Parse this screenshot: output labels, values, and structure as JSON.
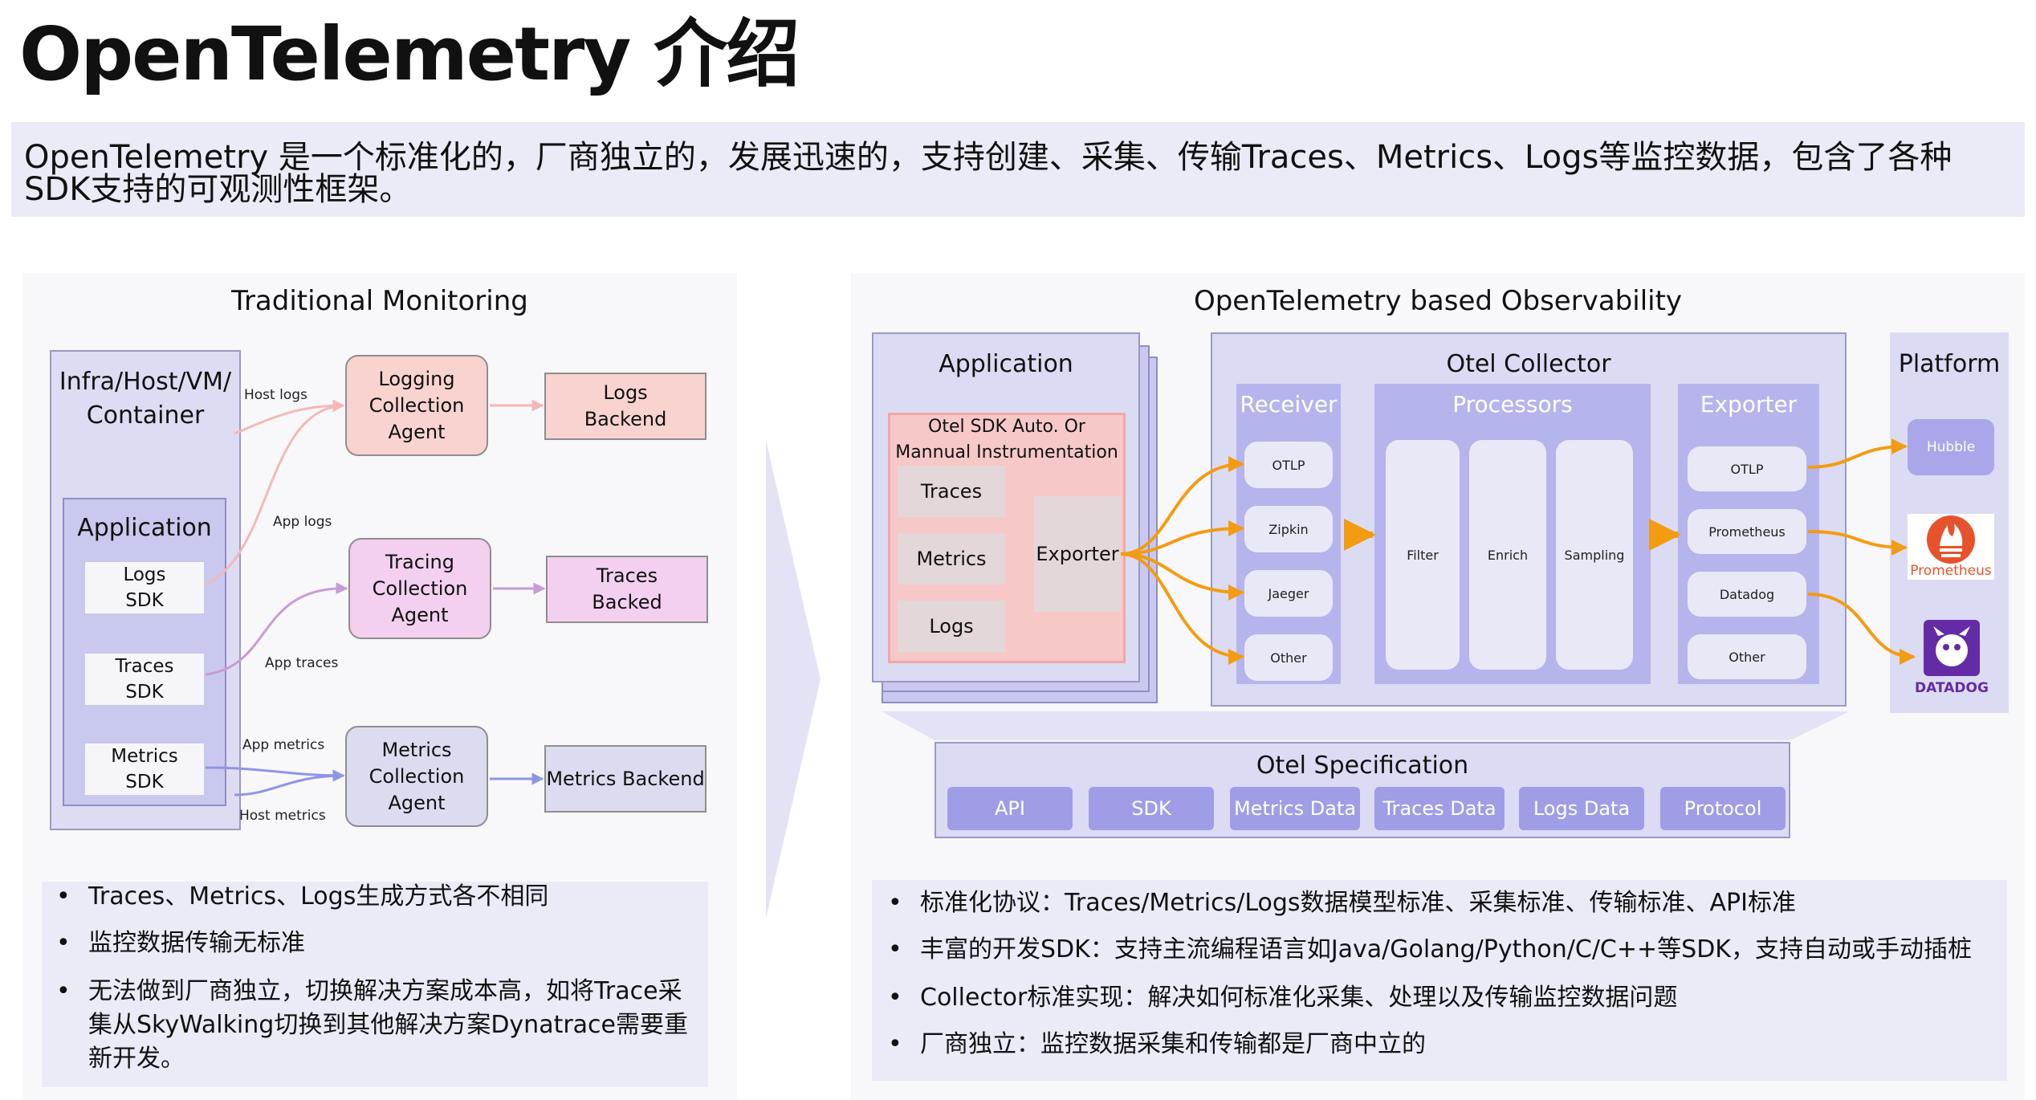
{
  "title": "OpenTelemetry 介绍",
  "intro": "OpenTelemetry 是一个标准化的，厂商独立的，发展迅速的，支持创建、采集、传输Traces、Metrics、Logs等监控数据，包含了各种SDK支持的可观测性框架。",
  "traditional": {
    "title": "Traditional Monitoring",
    "host": "Infra/Host/VM/ Container",
    "application": "Application",
    "sdks": [
      {
        "line1": "Logs",
        "line2": "SDK"
      },
      {
        "line1": "Traces",
        "line2": "SDK"
      },
      {
        "line1": "Metrics",
        "line2": "SDK"
      }
    ],
    "agents": [
      {
        "line1": "Logging",
        "line2": "Collection",
        "line3": "Agent"
      },
      {
        "line1": "Tracing",
        "line2": "Collection",
        "line3": "Agent"
      },
      {
        "line1": "Metrics",
        "line2": "Collection",
        "line3": "Agent"
      }
    ],
    "backends": [
      {
        "line1": "Logs",
        "line2": "Backend"
      },
      {
        "line1": "Traces",
        "line2": "Backed"
      },
      {
        "line1": "Metrics Backend",
        "line2": ""
      }
    ],
    "flows": {
      "host_logs": "Host logs",
      "app_logs": "App logs",
      "app_traces": "App traces",
      "app_metrics": "App metrics",
      "host_metrics": "Host metrics"
    },
    "bullets": [
      "Traces、Metrics、Logs生成方式各不相同",
      "监控数据传输无标准",
      "无法做到厂商独立，切换解决方案成本高，如将Trace采集从SkyWalking切换到其他解决方案Dynatrace需要重新开发。"
    ]
  },
  "otel": {
    "title": "OpenTelemetry based Observability",
    "application": {
      "title": "Application",
      "sdk_title": "Otel SDK Auto. Or Mannual Instrumentation",
      "signals": [
        "Traces",
        "Metrics",
        "Logs"
      ],
      "exporter": "Exporter"
    },
    "collector": {
      "title": "Otel Collector",
      "receiver": {
        "title": "Receiver",
        "items": [
          "OTLP",
          "Zipkin",
          "Jaeger",
          "Other"
        ]
      },
      "processors": {
        "title": "Processors",
        "items": [
          "Filter",
          "Enrich",
          "Sampling"
        ]
      },
      "exporter": {
        "title": "Exporter",
        "items": [
          "OTLP",
          "Prometheus",
          "Datadog",
          "Other"
        ]
      }
    },
    "platform": {
      "title": "Platform",
      "hubble": "Hubble",
      "prometheus": "Prometheus",
      "datadog": "DATADOG"
    },
    "spec": {
      "title": "Otel Specification",
      "items": [
        "API",
        "SDK",
        "Metrics Data",
        "Traces Data",
        "Logs Data",
        "Protocol"
      ]
    },
    "bullets": [
      "标准化协议：Traces/Metrics/Logs数据模型标准、采集标准、传输标准、API标准",
      "丰富的开发SDK：支持主流编程语言如Java/Golang/Python/C/C++等SDK，支持自动或手动插桩",
      "Collector标准实现：解决如何标准化采集、处理以及传输监控数据问题",
      "厂商独立：监控数据采集和传输都是厂商中立的"
    ]
  },
  "colors": {
    "logs_flow": "#f4b8b8",
    "traces_flow": "#c79bd6",
    "metrics_flow": "#8f95e4",
    "orange": "#f39c12"
  }
}
